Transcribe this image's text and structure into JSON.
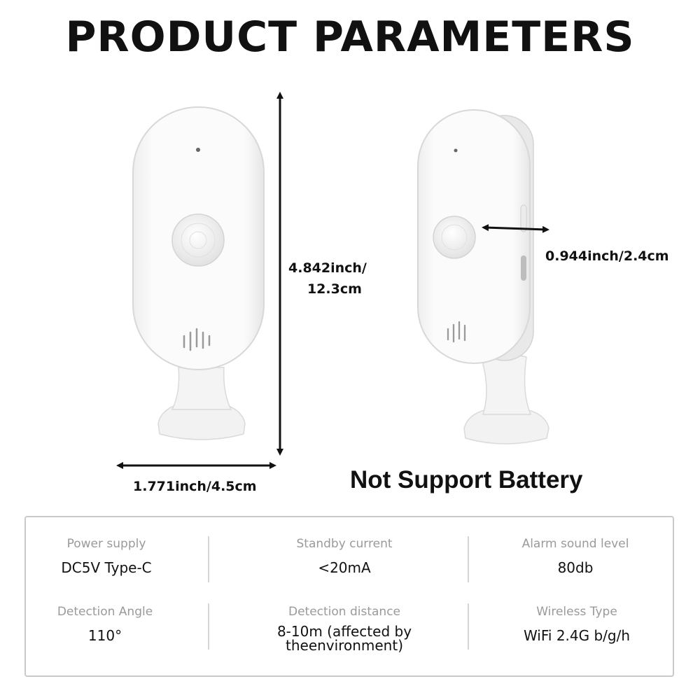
{
  "title": "PRODUCT PARAMETERS",
  "dimensions": {
    "height_line1": "4.842inch/",
    "height_line2": "12.3cm",
    "width": "1.771inch/4.5cm",
    "depth": "0.944inch/2.4cm"
  },
  "battery_note": "Not Support Battery",
  "specs": [
    {
      "label": "Power supply",
      "value": "DC5V Type-C"
    },
    {
      "label": "Standby current",
      "value": "<20mA"
    },
    {
      "label": "Alarm sound level",
      "value": "80db"
    },
    {
      "label": "Detection Angle",
      "value": "110°"
    },
    {
      "label": "Detection distance",
      "value": "8-10m (affected by theenvironment)"
    },
    {
      "label": "Wireless Type",
      "value": "WiFi 2.4G b/g/h"
    }
  ],
  "colors": {
    "device_body": "#f7f7f7",
    "device_shadow": "#dcdcdc",
    "arrow": "#111111",
    "table_border": "#c9c9c9"
  }
}
